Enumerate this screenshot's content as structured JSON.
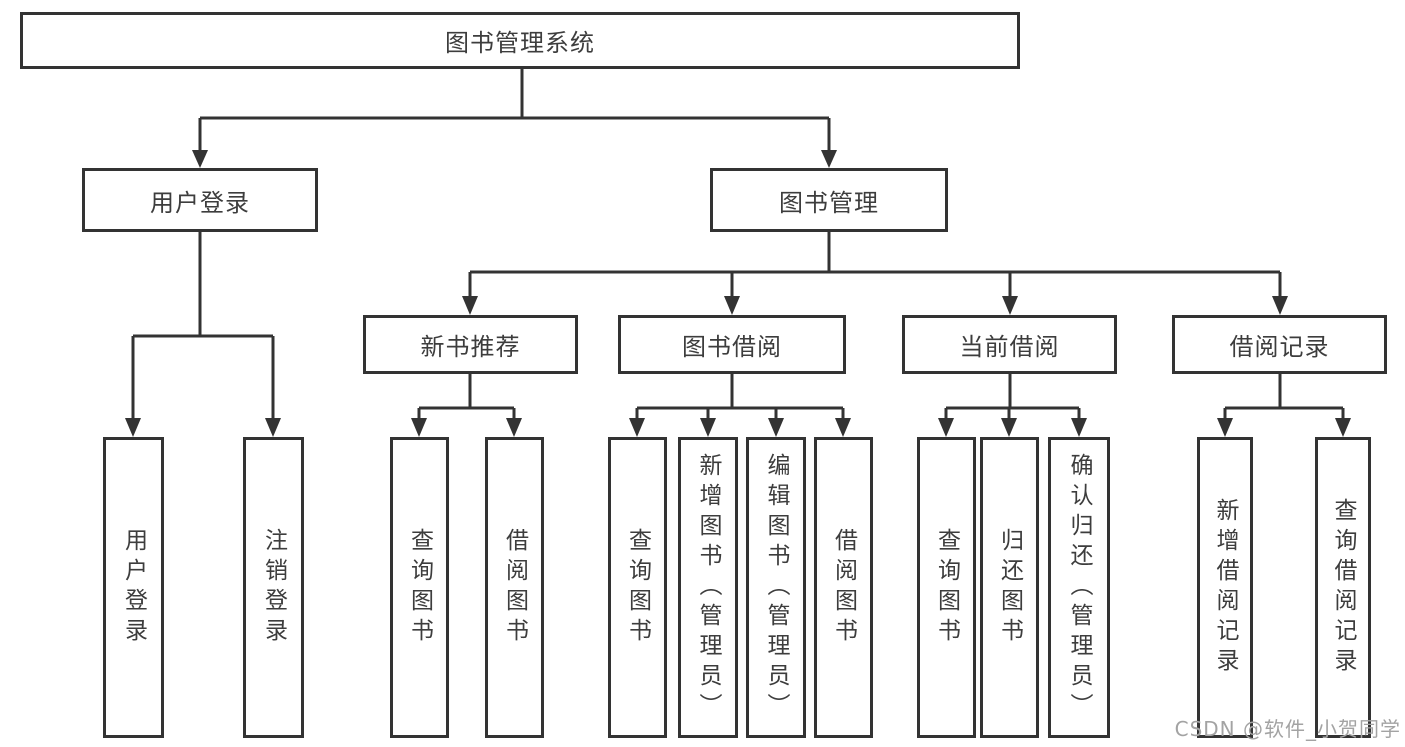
{
  "diagram_title": "图书管理系统",
  "colors": {
    "line": "#333333",
    "box_border": "#333333",
    "text": "#3d3d3d",
    "background": "#ffffff",
    "watermark": "#a3a3a3"
  },
  "tree": {
    "label": "图书管理系统",
    "children": [
      {
        "label": "用户登录",
        "children": [
          {
            "label": "用户登录"
          },
          {
            "label": "注销登录"
          }
        ]
      },
      {
        "label": "图书管理",
        "children": [
          {
            "label": "新书推荐",
            "children": [
              {
                "label": "查询图书"
              },
              {
                "label": "借阅图书"
              }
            ]
          },
          {
            "label": "图书借阅",
            "children": [
              {
                "label": "查询图书"
              },
              {
                "label": "新增图书（管理员）"
              },
              {
                "label": "编辑图书（管理员）"
              },
              {
                "label": "借阅图书"
              }
            ]
          },
          {
            "label": "当前借阅",
            "children": [
              {
                "label": "查询图书"
              },
              {
                "label": "归还图书"
              },
              {
                "label": "确认归还（管理员）"
              }
            ]
          },
          {
            "label": "借阅记录",
            "children": [
              {
                "label": "新增借阅记录"
              },
              {
                "label": "查询借阅记录"
              }
            ]
          }
        ]
      }
    ]
  },
  "watermark": {
    "text": "CSDN @软件_小贺同学"
  }
}
